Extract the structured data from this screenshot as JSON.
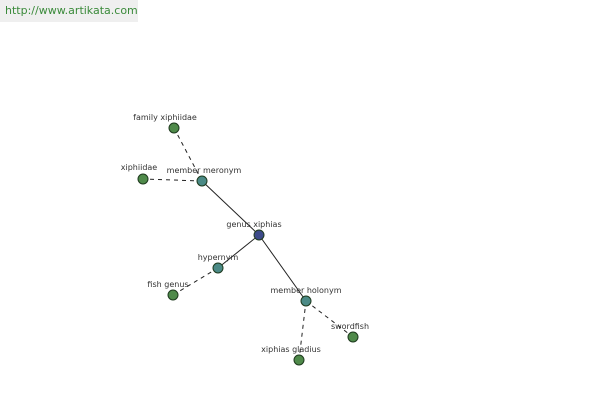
{
  "header": {
    "url_text": "http://www.artikata.com"
  },
  "colors": {
    "center_node": "#3d4a8a",
    "relation_node": "#4b8a86",
    "leaf_node": "#4f8a4a",
    "url_text": "#3a8a3a",
    "header_bg": "#efefef"
  },
  "graph": {
    "nodes": [
      {
        "id": "genus-xiphias",
        "label": "genus xiphias",
        "kind": "center"
      },
      {
        "id": "member-meronym",
        "label": "member meronym",
        "kind": "relation"
      },
      {
        "id": "hypernym",
        "label": "hypernym",
        "kind": "relation"
      },
      {
        "id": "member-holonym",
        "label": "member holonym",
        "kind": "relation"
      },
      {
        "id": "family-xiphiidae",
        "label": "family xiphiidae",
        "kind": "leaf"
      },
      {
        "id": "xiphiidae",
        "label": "xiphiidae",
        "kind": "leaf"
      },
      {
        "id": "fish-genus",
        "label": "fish genus",
        "kind": "leaf"
      },
      {
        "id": "swordfish",
        "label": "swordfish",
        "kind": "leaf"
      },
      {
        "id": "xiphias-gladius",
        "label": "xiphias gladius",
        "kind": "leaf"
      }
    ],
    "edges": [
      {
        "from": "genus-xiphias",
        "to": "member-meronym",
        "style": "solid"
      },
      {
        "from": "genus-xiphias",
        "to": "hypernym",
        "style": "solid"
      },
      {
        "from": "genus-xiphias",
        "to": "member-holonym",
        "style": "solid"
      },
      {
        "from": "member-meronym",
        "to": "family-xiphiidae",
        "style": "dashed"
      },
      {
        "from": "member-meronym",
        "to": "xiphiidae",
        "style": "dashed"
      },
      {
        "from": "hypernym",
        "to": "fish-genus",
        "style": "dashed"
      },
      {
        "from": "member-holonym",
        "to": "swordfish",
        "style": "dashed"
      },
      {
        "from": "member-holonym",
        "to": "xiphias-gladius",
        "style": "dashed"
      }
    ]
  }
}
